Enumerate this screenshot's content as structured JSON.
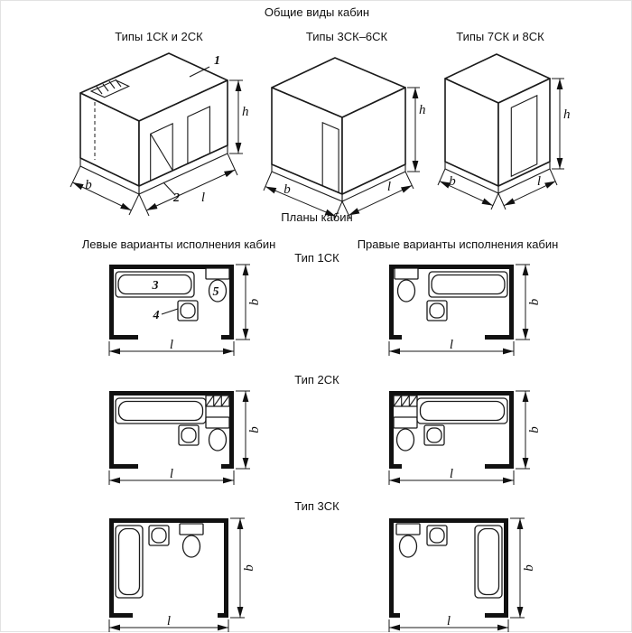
{
  "titles": {
    "main": "Общие виды кабин"
  },
  "iso_views": {
    "view1": {
      "title": "Типы 1СК и 2СК"
    },
    "view2": {
      "title": "Типы 3СК–6СК"
    },
    "view3": {
      "title": "Типы 7СК и 8СК"
    }
  },
  "plan_section": {
    "title": "Планы кабин",
    "left_column_header": "Левые варианты исполнения кабин",
    "right_column_header": "Правые варианты исполнения кабин",
    "rows": {
      "type1": "Тип 1СК",
      "type2": "Тип 2СК",
      "type3": "Тип 3СК"
    }
  },
  "dimension_labels": {
    "h": "h",
    "b": "b",
    "l": "l"
  },
  "callouts": {
    "c1": "1",
    "c2": "2",
    "c3": "3",
    "c4": "4",
    "c5": "5"
  }
}
